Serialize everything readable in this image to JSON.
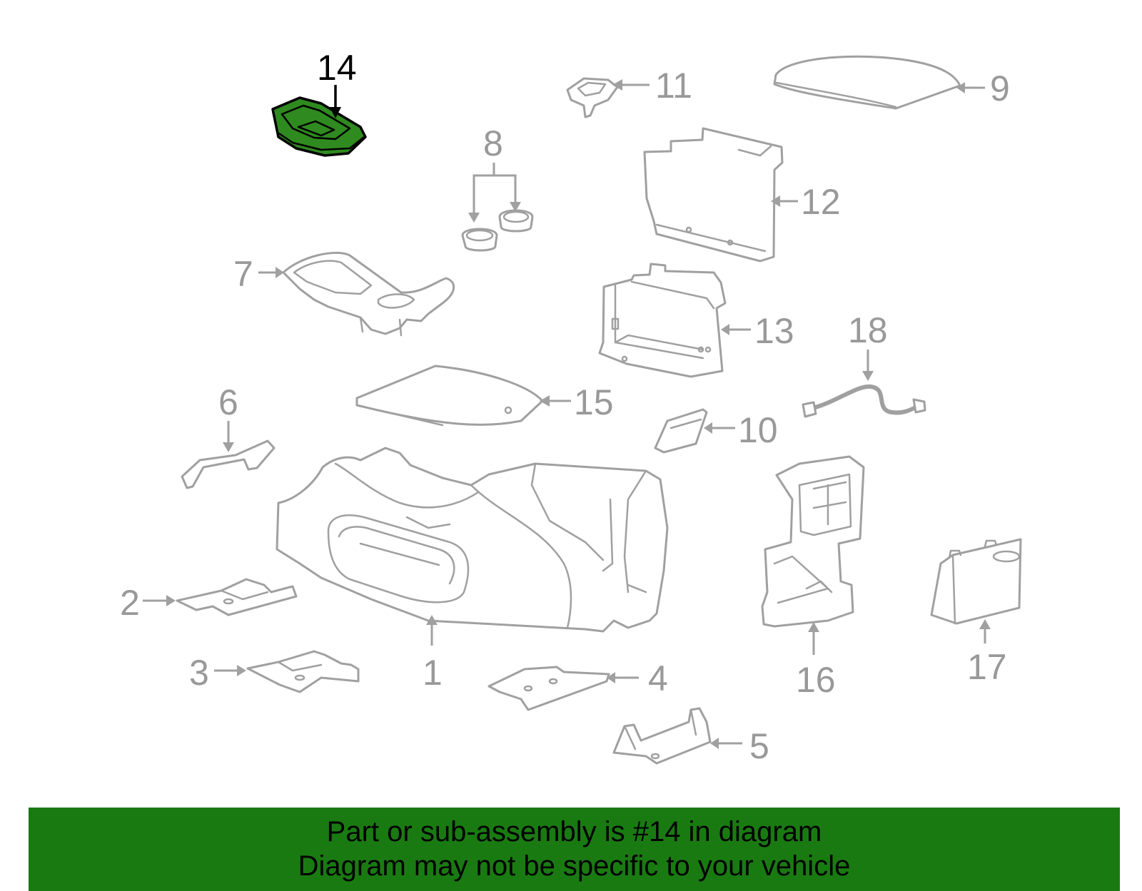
{
  "diagram": {
    "highlight_color": "#2f8a1f",
    "line_color": "#a0a0a0",
    "highlighted_part": "14",
    "callouts": [
      "1",
      "2",
      "3",
      "4",
      "5",
      "6",
      "7",
      "8",
      "9",
      "10",
      "11",
      "12",
      "13",
      "14",
      "15",
      "16",
      "17",
      "18"
    ]
  },
  "banner": {
    "color": "#1a7a12",
    "line1": "Part or sub-assembly is #14 in diagram",
    "line2": "Diagram may not be specific to your vehicle"
  }
}
